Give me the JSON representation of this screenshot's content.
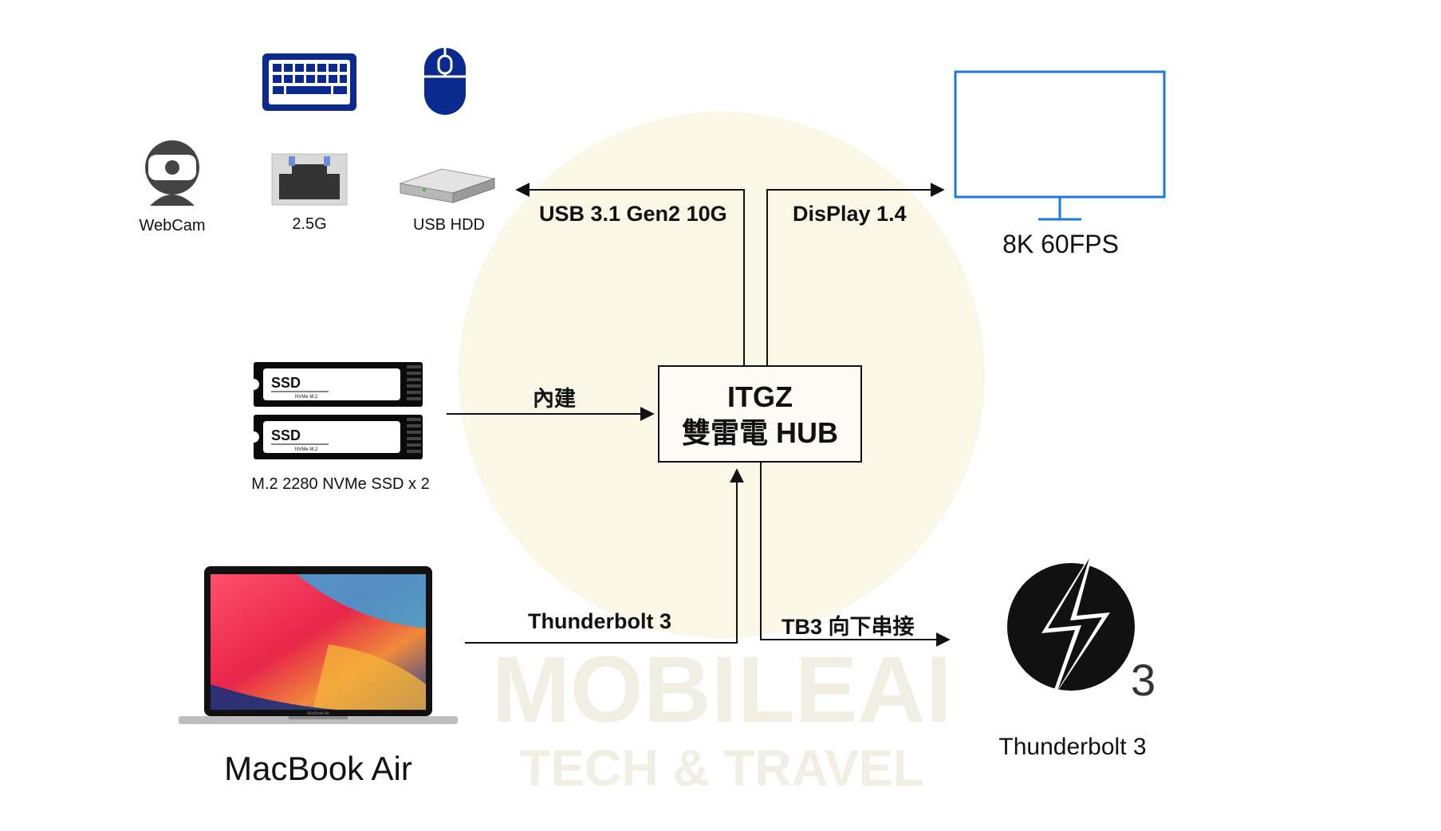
{
  "hub": {
    "line1": "ITGZ",
    "line2": "雙雷電 HUB"
  },
  "devices": {
    "webcam": {
      "label": "WebCam",
      "icon": "webcam-icon"
    },
    "ethernet": {
      "label": "2.5G",
      "icon": "ethernet-port-icon"
    },
    "usb_hdd": {
      "label": "USB HDD",
      "icon": "hard-drive-icon"
    },
    "keyboard": {
      "icon": "keyboard-icon"
    },
    "mouse": {
      "icon": "mouse-icon"
    },
    "ssd": {
      "label": "M.2 2280 NVMe SSD x 2",
      "icon": "ssd-icon",
      "chip_text": "SSD",
      "chip_sub": "NVMe M.2"
    },
    "monitor": {
      "label": "8K 60FPS",
      "icon": "monitor-icon"
    },
    "macbook": {
      "label": "MacBook Air",
      "icon": "laptop-icon",
      "screen_text": "MacBook Air"
    },
    "thunderbolt": {
      "label": "Thunderbolt 3",
      "icon": "thunderbolt-logo-icon",
      "badge": "3"
    }
  },
  "connections": {
    "usb": "USB 3.1 Gen2 10G",
    "display": "DisPlay 1.4",
    "internal": "內建",
    "tb3_in": "Thunderbolt 3",
    "tb3_out": "TB3 向下串接"
  },
  "watermark": {
    "line1": "MOBILEAI",
    "line2": "TECH & TRAVEL"
  },
  "colors": {
    "navy": "#0b2a8f",
    "monitor": "#1a7ad9",
    "line": "#111111",
    "watermark": "#f4f1de"
  }
}
